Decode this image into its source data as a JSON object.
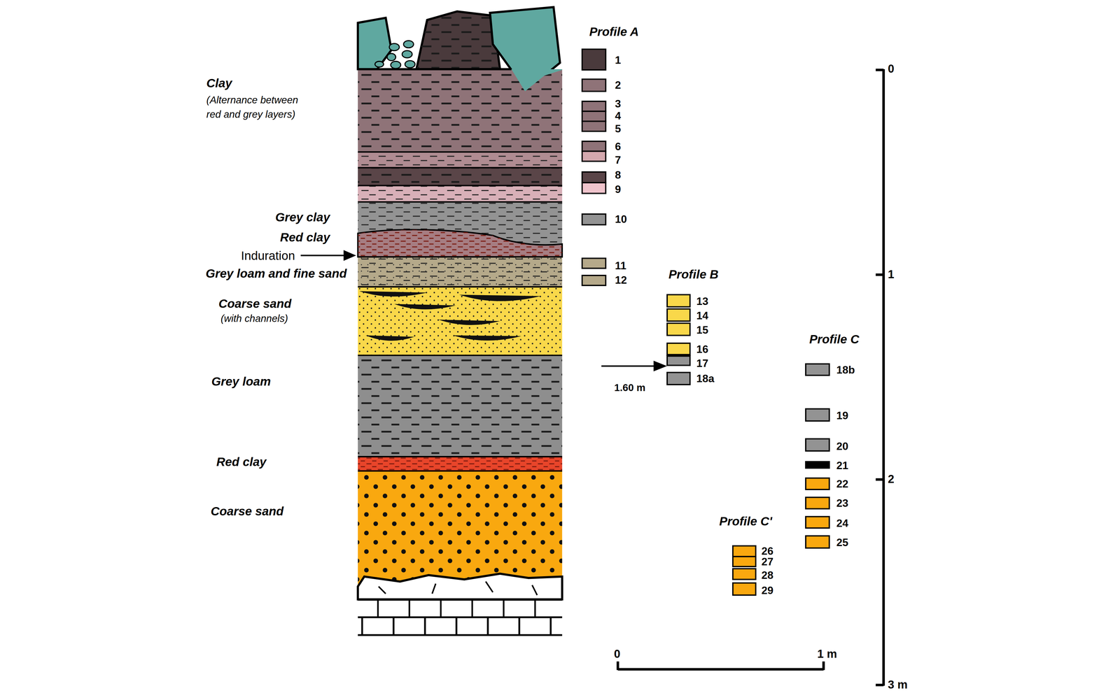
{
  "diagram": {
    "labels": [
      "Clay",
      "(Alternance between red and grey layers)",
      "Grey clay",
      "Red clay",
      "Induration",
      "Grey loam and fine sand",
      "Coarse sand",
      "(with channels)",
      "Grey loam",
      "Red clay",
      "Coarse sand",
      "Profile A",
      "1",
      "2",
      "3",
      "4",
      "5",
      "6",
      "7",
      "8",
      "9",
      "10",
      "11",
      "12",
      "Profile B",
      "13",
      "14",
      "15",
      "16",
      "17",
      "18a",
      "1.60 m",
      "Profile C",
      "18b",
      "19",
      "20",
      "21",
      "22",
      "23",
      "24",
      "25",
      "Profile C'",
      "26",
      "27",
      "28",
      "29",
      "0",
      "1",
      "2",
      "3 m",
      "0",
      "1 m"
    ]
  }
}
